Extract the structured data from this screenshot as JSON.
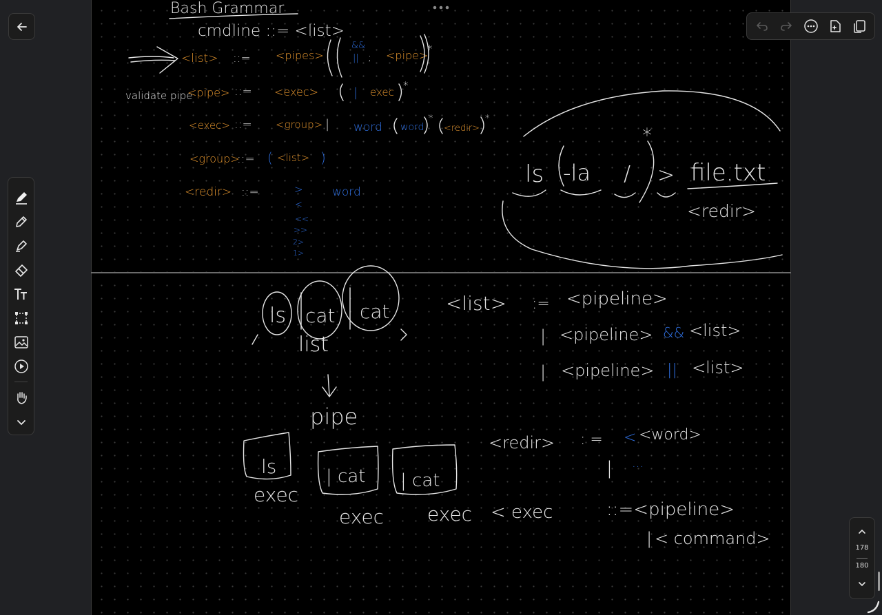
{
  "toolbar_left": {
    "back": "arrow-left-icon",
    "tools": [
      "pen-icon",
      "pencil-icon",
      "highlighter-icon",
      "eraser-icon",
      "text-icon",
      "lasso-select-icon",
      "image-icon",
      "play-icon",
      "hand-icon",
      "chevron-down-icon"
    ],
    "active_tool": "pen"
  },
  "toolbar_top_right": [
    "undo-icon",
    "redo-icon",
    "more-icon",
    "ai-sparkle-icon",
    "copy-icon"
  ],
  "pager": {
    "current": "178",
    "total": "180"
  },
  "colors": {
    "ink_white": "#e6e6e6",
    "ink_orange": "#e6962e",
    "ink_blue": "#2f6fe0",
    "canvas": "#000000"
  },
  "notes": {
    "title": "Bash Grammar",
    "cmdline": "cmdline ::= <list>",
    "list_lhs": "<list>",
    "assign": "::=",
    "pipes": "<pipes>",
    "and_op": "&&",
    "or_op": "||",
    "semicolon": ";",
    "pipe2": "<pipe>",
    "star": "*",
    "validate": "validate pipe",
    "pipe_lhs": "<pipe>",
    "exec1": "<exec>",
    "bar": "|",
    "exec2": "exec",
    "exec_lhs": "<exec>",
    "group1": "<group>",
    "word1": "word",
    "word2": "word",
    "redir1": "<redir>",
    "group_lhs": "<group>",
    "lparen": "(",
    "list2": "<list>",
    "rparen": ")",
    "redir_lhs": "<redir>",
    "gt": ">",
    "lt": "<",
    "heredoc": "<<",
    "append": ">>",
    "err": "2>",
    "out1": "1>",
    "word3": "word",
    "ex_ls": "ls",
    "ex_la": "-la",
    "ex_slash": "/",
    "ex_gt": ">",
    "ex_file": "file.txt",
    "ex_star": "*",
    "ex_redir": "<redir>",
    "b_ls": "ls",
    "b_cat1": "cat",
    "b_cat2": "cat",
    "b_list": "list",
    "b_pipe": "pipe",
    "b_exec_ls": "ls",
    "b_exec_cat1": "| cat",
    "b_exec_cat2": "| cat",
    "b_exec1": "exec",
    "b_exec2": "exec",
    "b_exec3": "exec",
    "r_list": "<list>",
    "r_assign": ":=",
    "r_pipeline": "<pipeline>",
    "r_bar": "|",
    "r_pipeline2": "<pipeline>",
    "r_and": "&&",
    "r_list2": "<list>",
    "r_pipeline3": "<pipeline>",
    "r_or": "||",
    "r_list3": "<list>",
    "r_redir": "<redir>",
    "r_assign2": ": =",
    "r_lt": "<",
    "r_word": "<word>",
    "r_dots": "...",
    "r_exec": "< exec",
    "r_assign3": "::=<pipeline>",
    "r_command": "< command>"
  }
}
